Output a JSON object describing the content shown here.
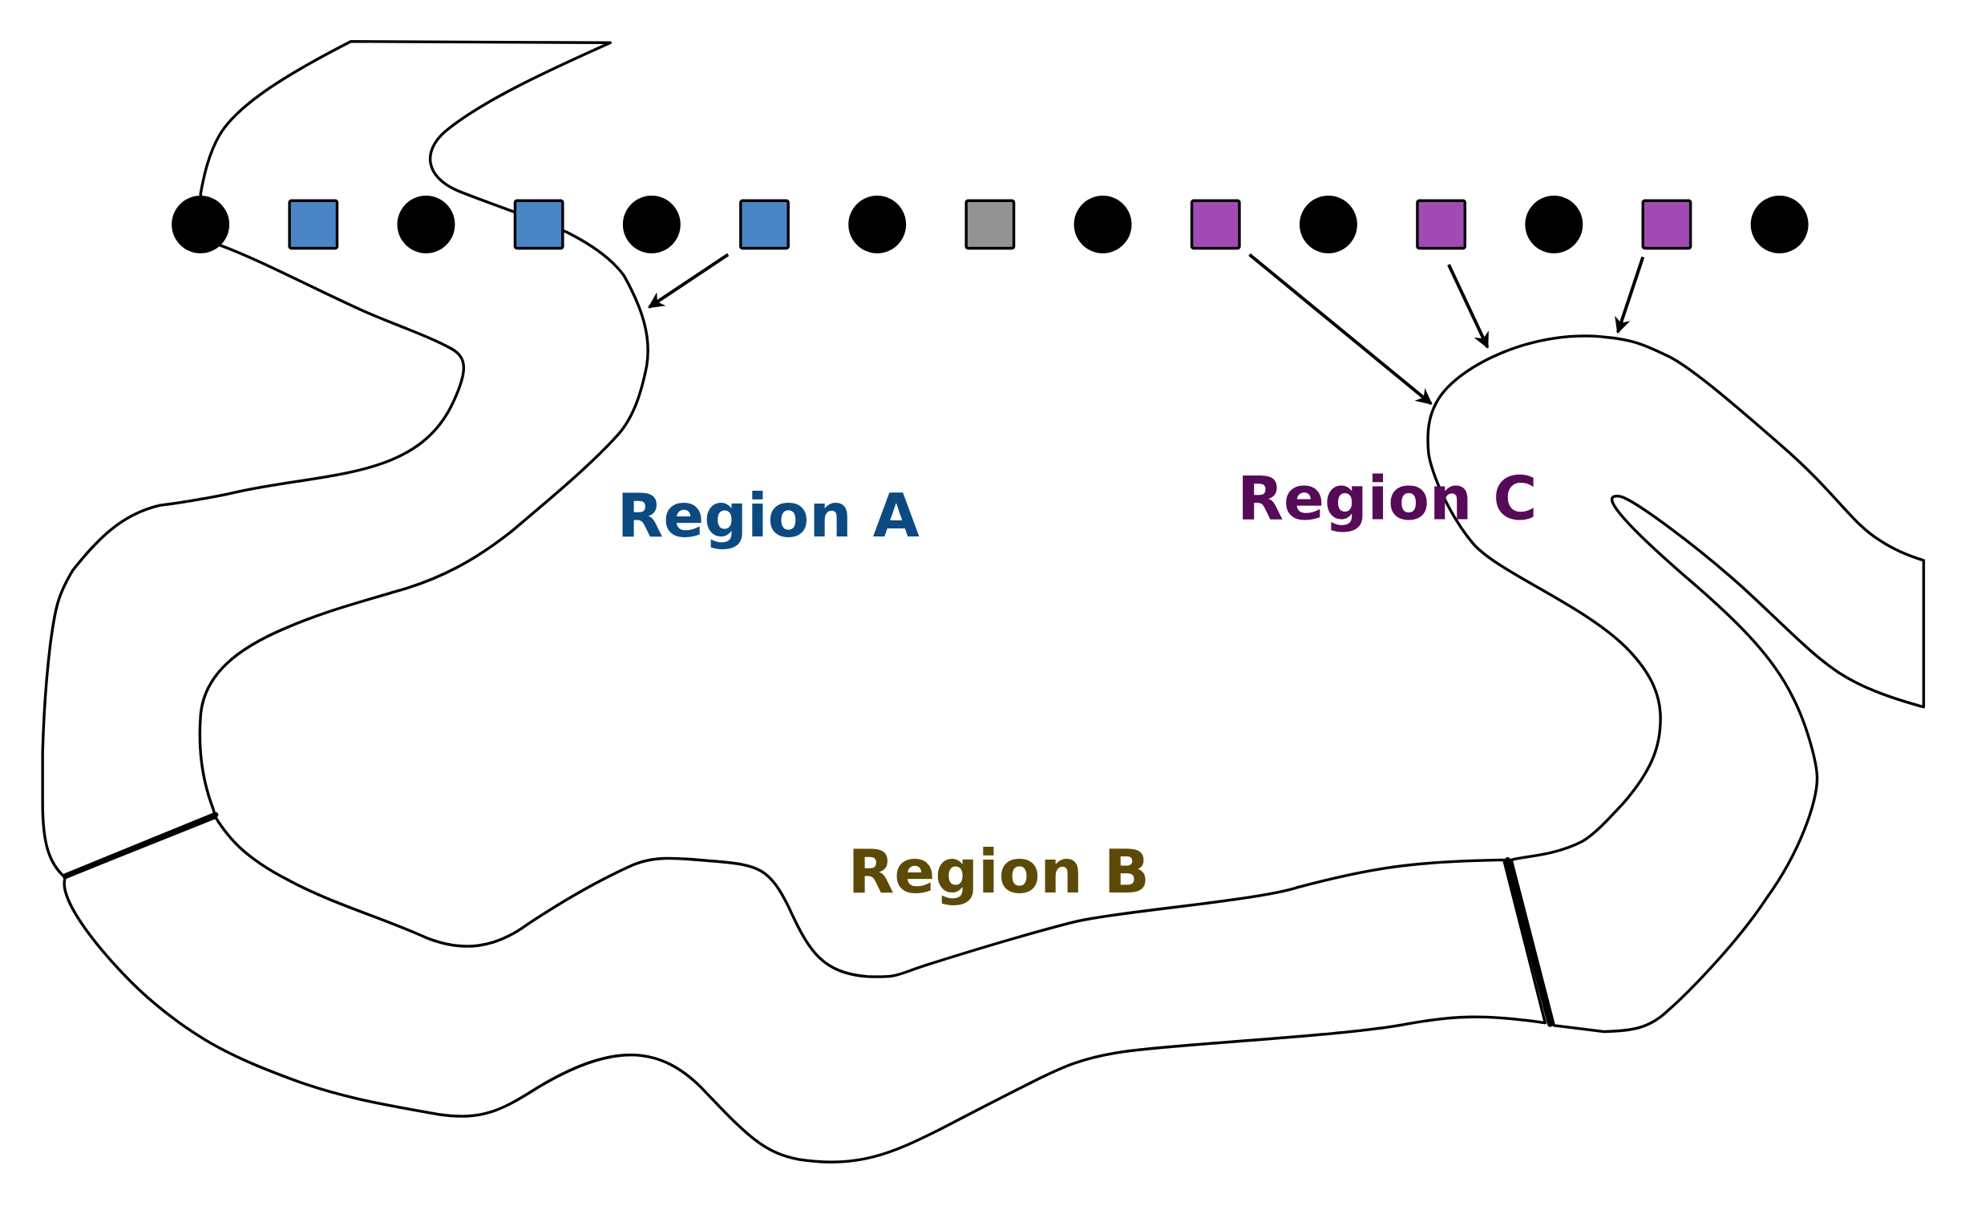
{
  "regions": {
    "a": {
      "label": "Region A",
      "fill": "#d6e9fc",
      "text_color": "#0d4a82"
    },
    "b": {
      "label": "Region B",
      "fill": "#fef1c8",
      "text_color": "#5c4a06"
    },
    "c": {
      "label": "Region C",
      "fill": "#f7d0fa",
      "text_color": "#560a58"
    }
  },
  "markers": {
    "circle_color": "#000000",
    "sequence": [
      {
        "shape": "circle"
      },
      {
        "shape": "square",
        "color": "#4a86c5",
        "region": "a"
      },
      {
        "shape": "circle"
      },
      {
        "shape": "square",
        "color": "#4a86c5",
        "region": "a"
      },
      {
        "shape": "circle"
      },
      {
        "shape": "square",
        "color": "#4a86c5",
        "region": "a"
      },
      {
        "shape": "circle"
      },
      {
        "shape": "square",
        "color": "#939393",
        "region": "none"
      },
      {
        "shape": "circle"
      },
      {
        "shape": "square",
        "color": "#a14ab4",
        "region": "c"
      },
      {
        "shape": "circle"
      },
      {
        "shape": "square",
        "color": "#a14ab4",
        "region": "c"
      },
      {
        "shape": "circle"
      },
      {
        "shape": "square",
        "color": "#a14ab4",
        "region": "c"
      },
      {
        "shape": "circle"
      }
    ]
  }
}
